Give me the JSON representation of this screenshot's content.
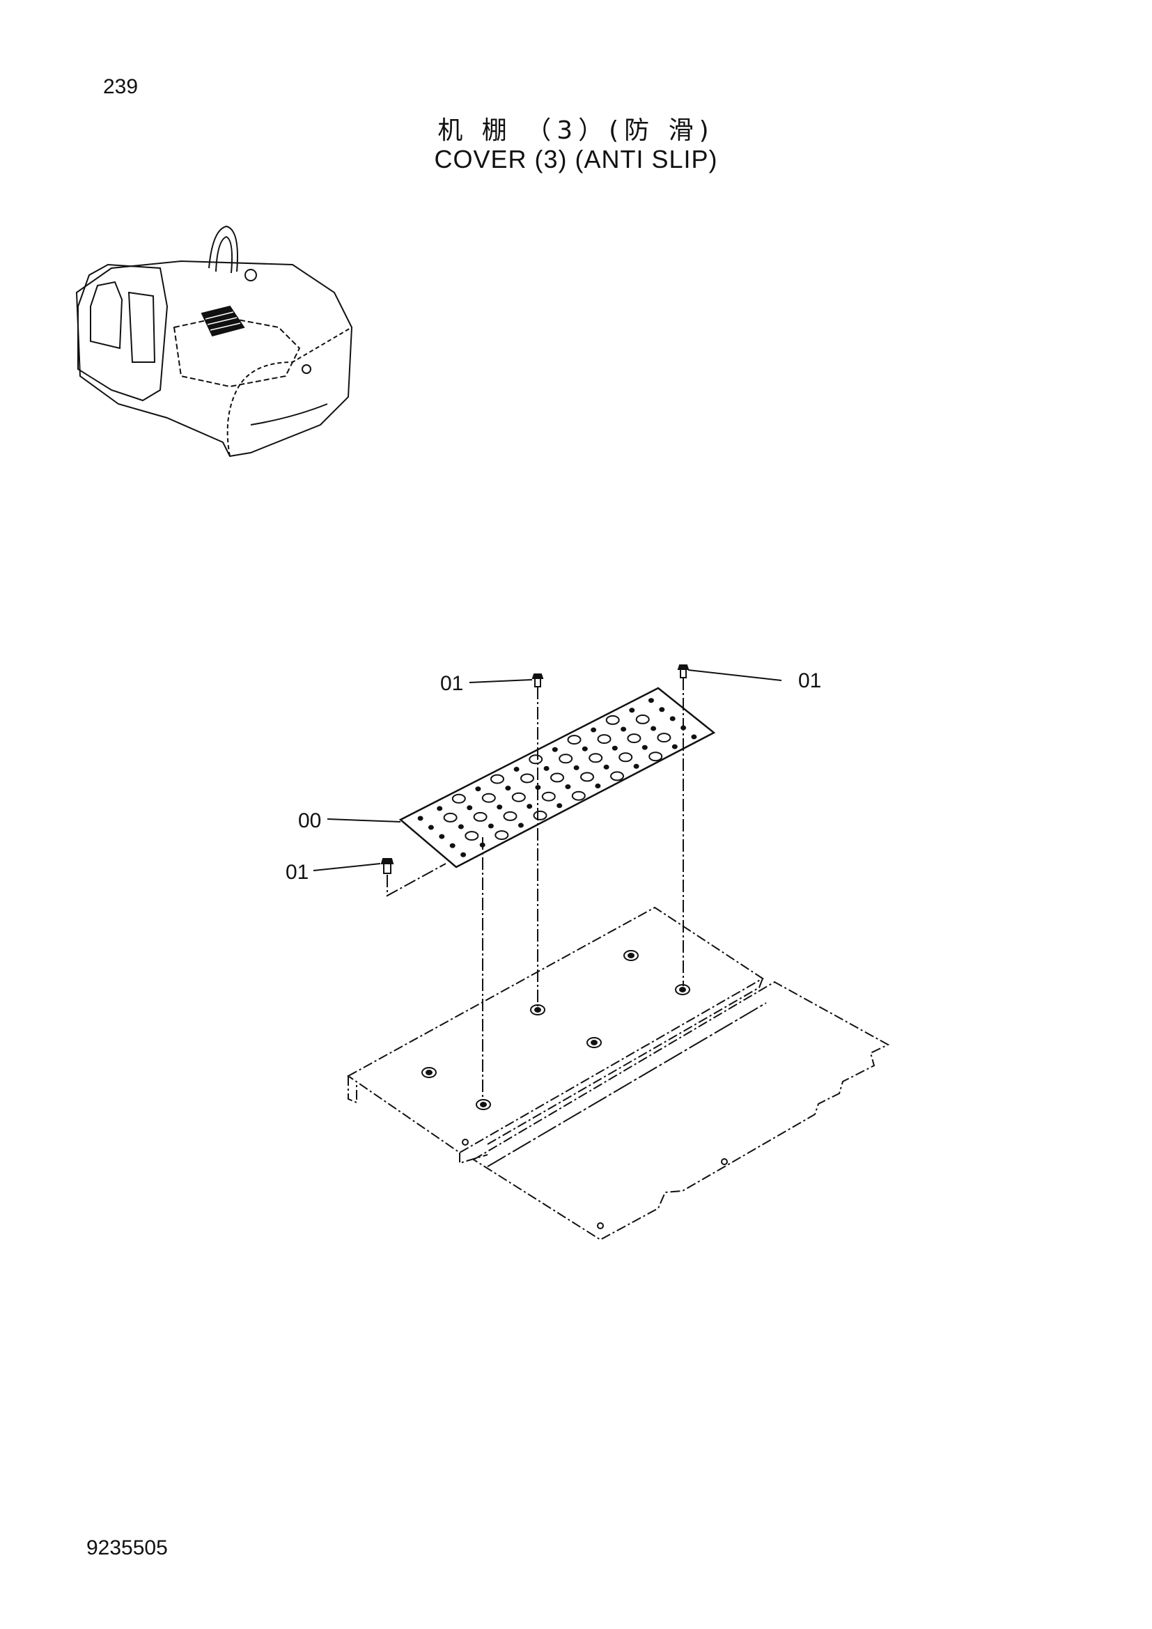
{
  "page": {
    "page_number": "239",
    "title_cn": "机 棚 （3）(防 滑)",
    "title_en": "COVER (3) (ANTI SLIP)",
    "document_number": "9235505"
  },
  "callouts": [
    {
      "id": "c1",
      "label": "01"
    },
    {
      "id": "c2",
      "label": "01"
    },
    {
      "id": "c3",
      "label": "00"
    },
    {
      "id": "c4",
      "label": "01"
    }
  ]
}
